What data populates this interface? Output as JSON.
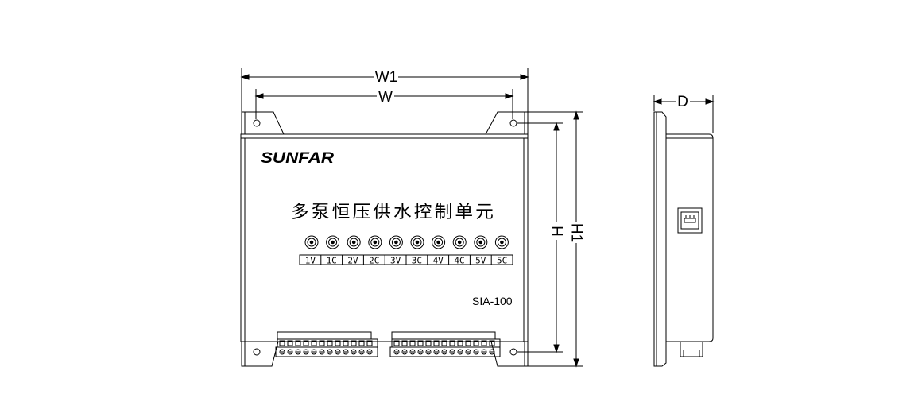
{
  "dimensions": {
    "w1": "W1",
    "w": "W",
    "h": "H",
    "h1": "H1",
    "d": "D"
  },
  "front_panel": {
    "brand": "SUNFAR",
    "title": "多泵恒压供水控制单元",
    "model": "SIA-100",
    "channels": [
      "1V",
      "1C",
      "2V",
      "2C",
      "3V",
      "3C",
      "4V",
      "4C",
      "5V",
      "5C"
    ]
  }
}
